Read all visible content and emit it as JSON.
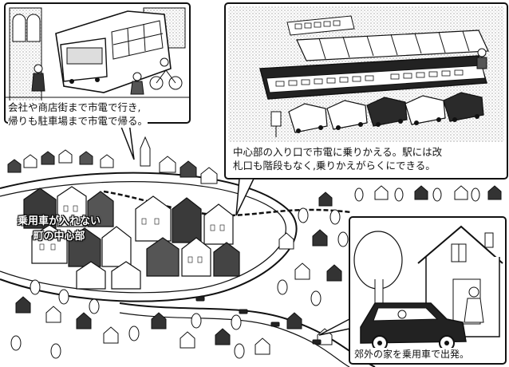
{
  "captions": {
    "tram": {
      "line1": "会社や商店街まで市電で行き,",
      "line2": "帰りも駐車場まで市電で帰る。"
    },
    "station": {
      "line1": "中心部の入り口で市電に乗りかえる。駅には改",
      "line2": "札口も階段もなく,乗りかえがらくにできる。"
    },
    "home": {
      "text": "郊外の家を乗用車で出発。"
    },
    "center": {
      "line1": "乗用車が入れない",
      "line2": "町の中心部"
    }
  },
  "colors": {
    "ink": "#111111",
    "paper": "#ffffff",
    "shade": "#8a8a8a",
    "dark": "#2a2a2a"
  }
}
